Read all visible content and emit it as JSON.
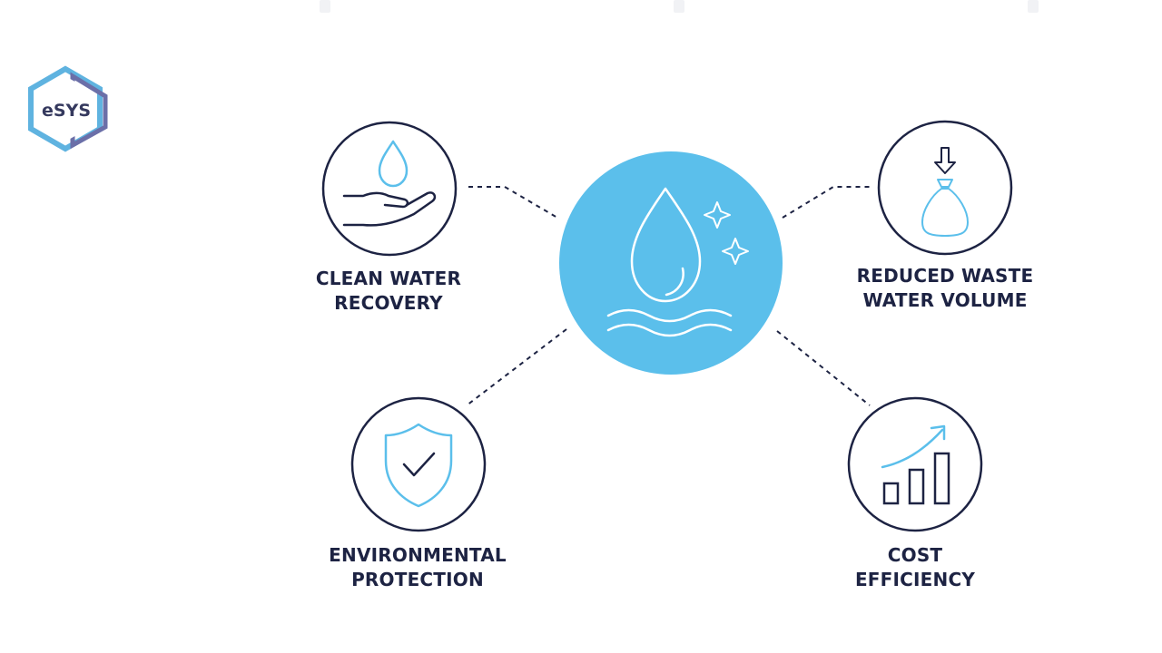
{
  "logo": {
    "text": "eSYS"
  },
  "nodes": {
    "clean_water": {
      "line1": "CLEAN WATER",
      "line2": "RECOVERY",
      "icon": "hand-water-drop-icon"
    },
    "reduced_waste": {
      "line1": "REDUCED WASTE",
      "line2": "WATER VOLUME",
      "icon": "waste-bag-down-arrow-icon"
    },
    "environmental": {
      "line1": "ENVIRONMENTAL",
      "line2": "PROTECTION",
      "icon": "shield-check-icon"
    },
    "cost": {
      "line1": "COST",
      "line2": "EFFICIENCY",
      "icon": "bar-chart-growth-icon"
    }
  },
  "center": {
    "icon": "water-drop-sparkle-icon"
  },
  "colors": {
    "navy": "#1d2343",
    "light_blue": "#5bbfeb",
    "logo_blue": "#4aa8d8",
    "logo_purple": "#6b6fa8"
  }
}
